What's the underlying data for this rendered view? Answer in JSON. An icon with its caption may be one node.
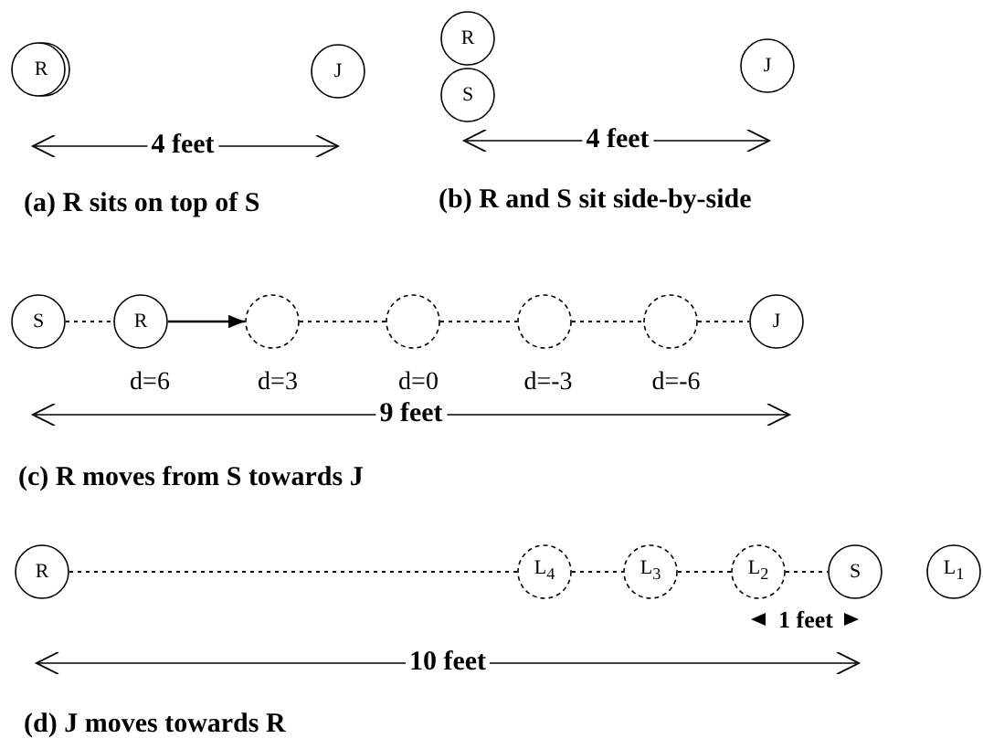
{
  "diagram": {
    "nodes": [
      {
        "text": [
          "R"
        ]
      },
      {
        "text": [
          "J"
        ]
      },
      {
        "text": [
          "R"
        ]
      },
      {
        "text": [
          "S"
        ]
      },
      {
        "text": [
          "J"
        ]
      },
      {
        "text": [
          "S"
        ]
      },
      {
        "text": [
          "R"
        ],
        "beside": [
          "d=6"
        ]
      },
      {
        "text": [],
        "shape": "circle",
        "beside": [
          "d=3"
        ]
      },
      {
        "text": [],
        "shape": "circle",
        "beside": [
          "d=0"
        ]
      },
      {
        "text": [],
        "shape": "circle",
        "beside": [
          "d=-3"
        ]
      },
      {
        "text": [],
        "shape": "circle",
        "beside": [
          "d=-6"
        ]
      },
      {
        "text": [
          "J"
        ]
      },
      {
        "text": [
          "R"
        ]
      },
      {
        "text": [
          "L$_{4}$"
        ]
      },
      {
        "text": [
          "L$_{3}$"
        ]
      },
      {
        "text": [
          "L$_{2}$"
        ]
      },
      {
        "text": [
          "S"
        ]
      },
      {
        "text": [
          "L$_{1}$"
        ]
      }
    ],
    "edges": [
      {
        "from": 5,
        "to": 6,
        "arrow": "none",
        "style": "dashed"
      },
      {
        "from": 6,
        "to": 7,
        "arrow": "to"
      },
      {
        "from": 7,
        "to": 8,
        "arrow": "none",
        "style": "dashed"
      },
      {
        "from": 8,
        "to": 9,
        "arrow": "none",
        "style": "dashed"
      },
      {
        "from": 9,
        "to": 10,
        "arrow": "none",
        "style": "dashed"
      },
      {
        "from": 10,
        "to": 11,
        "arrow": "none",
        "style": "dashed"
      },
      {
        "from": 12,
        "to": 13,
        "arrow": "none",
        "style": "dashed"
      },
      {
        "from": 13,
        "to": 14,
        "arrow": "none",
        "style": "dashed"
      },
      {
        "from": 14,
        "to": 15,
        "arrow": "none",
        "style": "dashed"
      },
      {
        "from": 15,
        "to": 16,
        "arrow": "none",
        "style": "dashed"
      }
    ],
    "labels": [
      "4 feet",
      "4 feet",
      "(a) R sits on top of S",
      "(b) R and S sit side-by-side",
      "9 feet",
      "(c) R moves from S towards J",
      "1 feet",
      "10 feet",
      "(d) J moves towards R"
    ]
  }
}
